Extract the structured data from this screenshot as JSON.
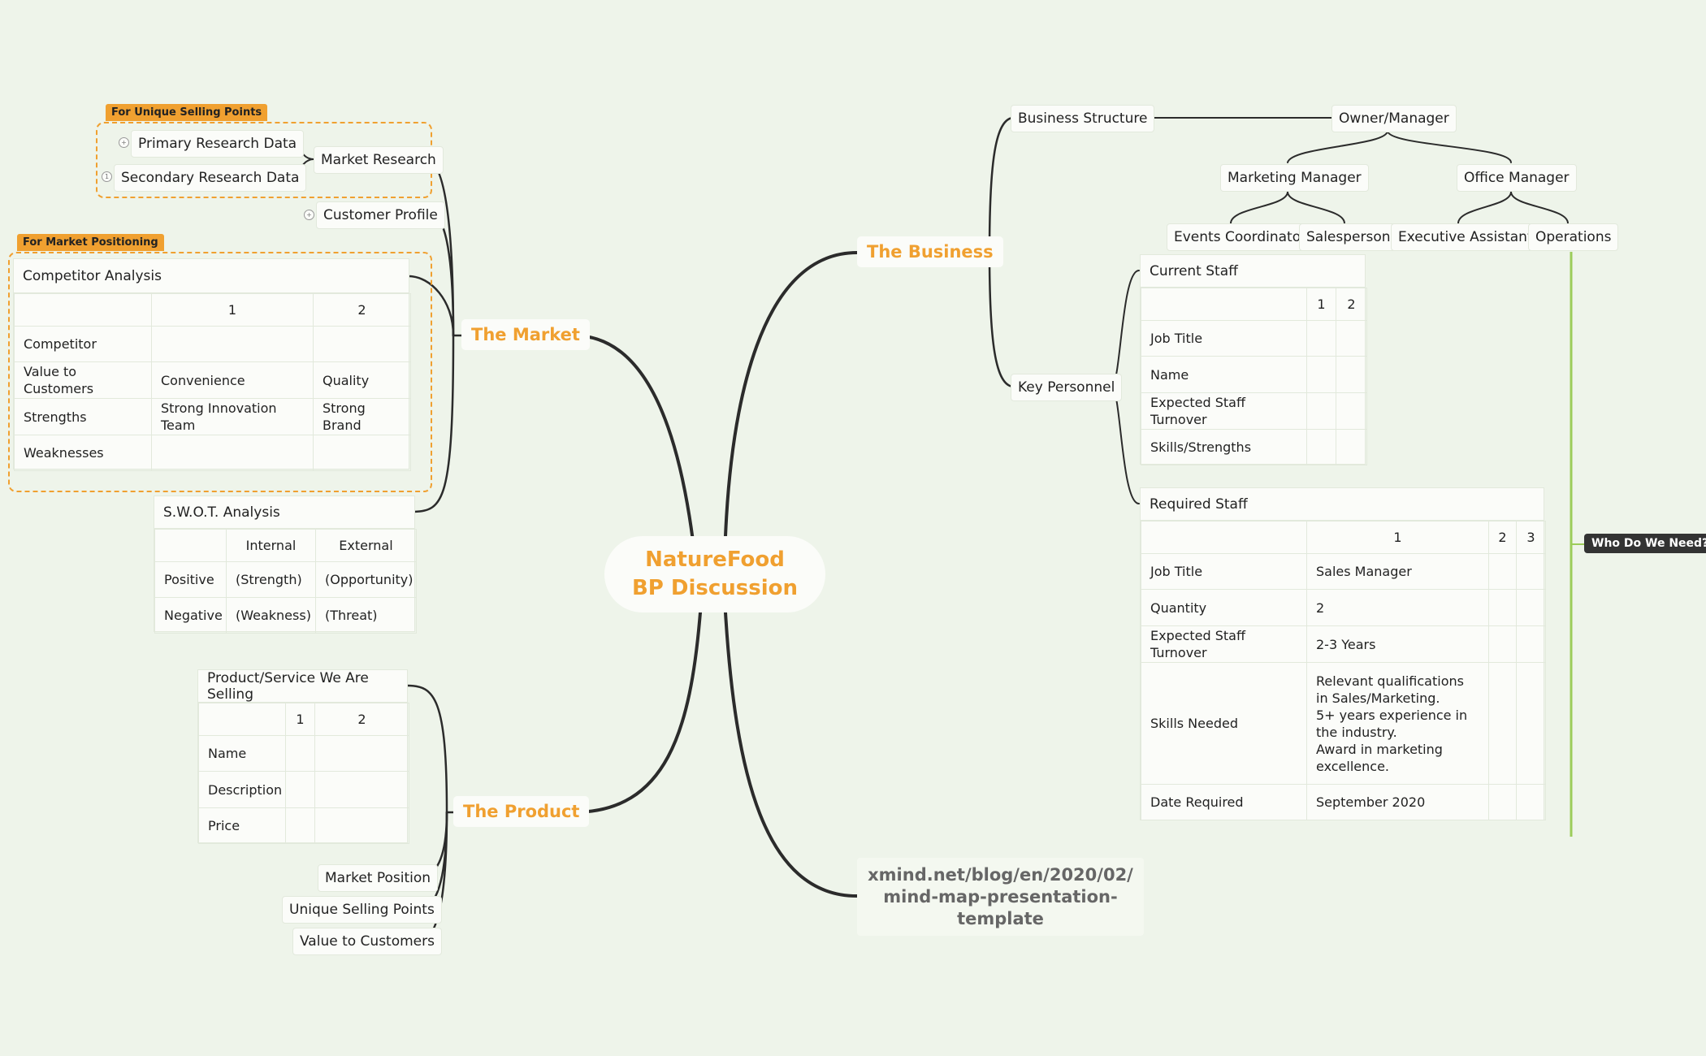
{
  "central": {
    "line1": "NatureFood",
    "line2": "BP Discussion"
  },
  "main_topics": {
    "market": "The Market",
    "product": "The Product",
    "business": "The Business"
  },
  "url": {
    "line1": "xmind.net/blog/en/2020/02/",
    "line2": "mind-map-presentation-",
    "line3": "template"
  },
  "boundaries": {
    "usp": "For Unique Selling Points",
    "positioning": "For Market Positioning"
  },
  "market": {
    "market_research": "Market Research",
    "primary_research": "Primary Research Data",
    "secondary_research": "Secondary Research Data",
    "customer_profile": "Customer Profile",
    "competitor": {
      "title": "Competitor Analysis",
      "cols": [
        "",
        "1",
        "2"
      ],
      "rows": [
        [
          "Competitor",
          "",
          ""
        ],
        [
          "Value to Customers",
          "Convenience",
          "Quality"
        ],
        [
          "Strengths",
          "Strong Innovation Team",
          "Strong Brand"
        ],
        [
          "Weaknesses",
          "",
          ""
        ]
      ]
    },
    "swot": {
      "title": "S.W.O.T. Analysis",
      "cols": [
        "",
        "Internal",
        "External"
      ],
      "rows": [
        [
          "Positive",
          "(Strength)",
          "(Opportunity)"
        ],
        [
          "Negative",
          "(Weakness)",
          "(Threat)"
        ]
      ]
    }
  },
  "product": {
    "table": {
      "title": "Product/Service We Are Selling",
      "cols": [
        "",
        "1",
        "2"
      ],
      "rows": [
        [
          "Name",
          "",
          ""
        ],
        [
          "Description",
          "",
          ""
        ],
        [
          "Price",
          "",
          ""
        ]
      ]
    },
    "market_position": "Market Position",
    "usp": "Unique Selling Points",
    "value": "Value to Customers"
  },
  "business": {
    "structure": "Business Structure",
    "owner": "Owner/Manager",
    "marketing_manager": "Marketing Manager",
    "office_manager": "Office Manager",
    "events": "Events Coordinator",
    "salesperson": "Salesperson",
    "exec_assistant": "Executive Assistant",
    "operations": "Operations",
    "key_personnel": "Key Personnel",
    "current_staff": {
      "title": "Current Staff",
      "cols": [
        "",
        "1",
        "2"
      ],
      "rows": [
        [
          "Job Title",
          "",
          ""
        ],
        [
          "Name",
          "",
          ""
        ],
        [
          "Expected Staff Turnover",
          "",
          ""
        ],
        [
          "Skills/Strengths",
          "",
          ""
        ]
      ]
    },
    "required_staff": {
      "title": "Required Staff",
      "cols": [
        "",
        "1",
        "2",
        "3"
      ],
      "rows": [
        [
          "Job Title",
          "Sales Manager",
          "",
          ""
        ],
        [
          "Quantity",
          "2",
          "",
          ""
        ],
        [
          "Expected Staff Turnover",
          "2-3 Years",
          "",
          ""
        ],
        [
          "Skills Needed",
          "Relevant qualifications in Sales/Marketing.\n5+ years experience in the industry.\nAward in marketing excellence.",
          "",
          ""
        ],
        [
          "Date Required",
          "September 2020",
          "",
          ""
        ]
      ]
    },
    "callout": "Who Do We Need?"
  },
  "colors": {
    "accent": "#f0a030",
    "line": "#2b2b2b",
    "background": "#eef4ea",
    "summary": "#9ccc5a"
  }
}
